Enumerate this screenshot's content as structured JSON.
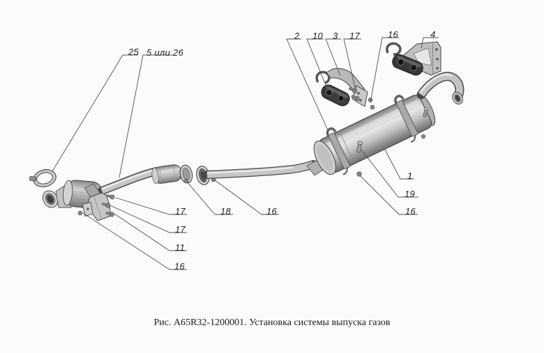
{
  "figure": {
    "caption": "Рис. А65R32-1200001. Установка системы выпуска газов"
  },
  "callouts": [
    {
      "label": "25"
    },
    {
      "label": "5 или 26"
    },
    {
      "label": "2"
    },
    {
      "label": "10"
    },
    {
      "label": "3"
    },
    {
      "label": "17"
    },
    {
      "label": "16"
    },
    {
      "label": "4"
    },
    {
      "label": "1"
    },
    {
      "label": "19"
    },
    {
      "label": "16"
    },
    {
      "label": "18"
    },
    {
      "label": "16"
    },
    {
      "label": "17"
    },
    {
      "label": "17"
    },
    {
      "label": "11"
    },
    {
      "label": "16"
    }
  ],
  "colors": {
    "background": "#fbfbfb",
    "line": "#4a4a4a",
    "metal_light": "#d9d9d9",
    "metal_mid": "#b3b3b3",
    "metal_dark": "#757575",
    "rubber": "#3a3a3a",
    "text": "#1f1f1f"
  }
}
